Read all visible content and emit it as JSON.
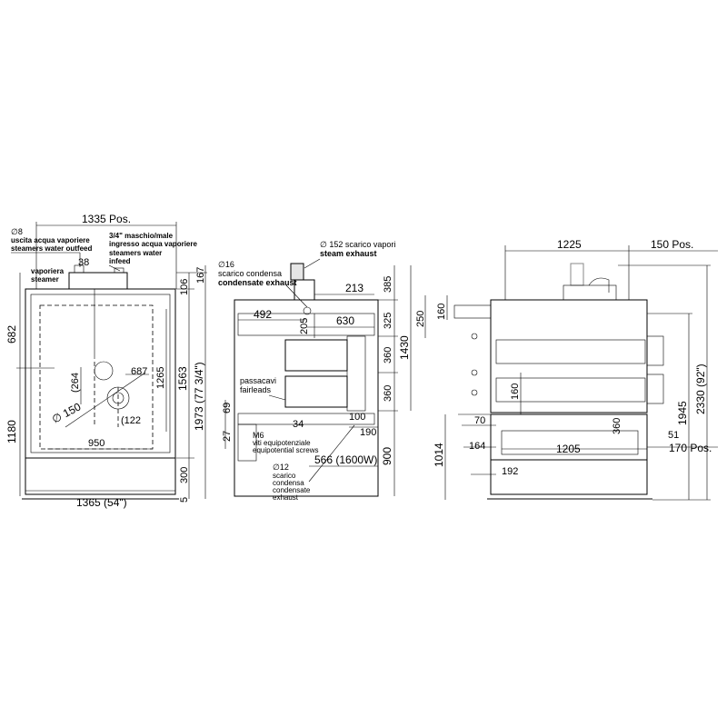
{
  "front": {
    "dims": {
      "top_width": "1335 Pos.",
      "bottom_width": "1365 (54\")",
      "d_38": "38",
      "d_682": "682",
      "d_1180": "1180",
      "d_950": "950",
      "d_1265": "1265",
      "d_1563": "1563",
      "d_1973": "1973 (77 3/4\")",
      "d_167": "167",
      "d_106": "106",
      "d_300": "300",
      "d_5": "5",
      "d_687": "687",
      "d_264": "(264",
      "d_122": "(122",
      "d_150": "∅ 150"
    },
    "labels": {
      "phi8": "∅8",
      "water_outfeed_it": "uscita acqua vaporiere",
      "water_outfeed_en": "steamers water outfeed",
      "male_it": "3/4\" maschio/male",
      "water_infeed_it": "ingresso acqua vaporiere",
      "water_infeed_en1": "steamers water",
      "water_infeed_en2": "infeed",
      "steamer_it": "vaporiera",
      "steamer_en": "steamer"
    }
  },
  "side": {
    "dims": {
      "d_213": "213",
      "d_492": "492",
      "d_630": "630",
      "d_205": "205",
      "d_385": "385",
      "d_325": "325",
      "d_360a": "360",
      "d_360b": "360",
      "d_1430": "1430",
      "d_250": "250",
      "d_100": "100",
      "d_190": "190",
      "d_34": "34",
      "d_69": "69",
      "d_27": "27",
      "d_566": "566  (1600W)",
      "d_900": "900"
    },
    "labels": {
      "steam_it": "∅ 152 scarico vapori",
      "steam_en": "steam exhaust",
      "phi16": "∅16",
      "cond_it": "scarico condensa",
      "cond_en": "condensate exhaust",
      "fair_it": "passacavi",
      "fair_en": "fairleads",
      "m6": "M6",
      "equi_it": "viti equipotenziale",
      "equi_en": "equipotential screws",
      "phi12": "∅12",
      "cond2_a": "scarico",
      "cond2_b": "condensa",
      "cond2_c": "condensate",
      "cond2_d": "exhaust"
    }
  },
  "rear": {
    "dims": {
      "d_1225": "1225",
      "d_150": "150 Pos.",
      "d_160a": "160",
      "d_160b": "160",
      "d_70": "70",
      "d_164": "164",
      "d_1014": "1014",
      "d_192": "192",
      "d_1205": "1205",
      "d_360": "360",
      "d_51": "51",
      "d_170": "170 Pos.",
      "d_1945": "1945",
      "d_2330": "2330 (92\")"
    }
  }
}
